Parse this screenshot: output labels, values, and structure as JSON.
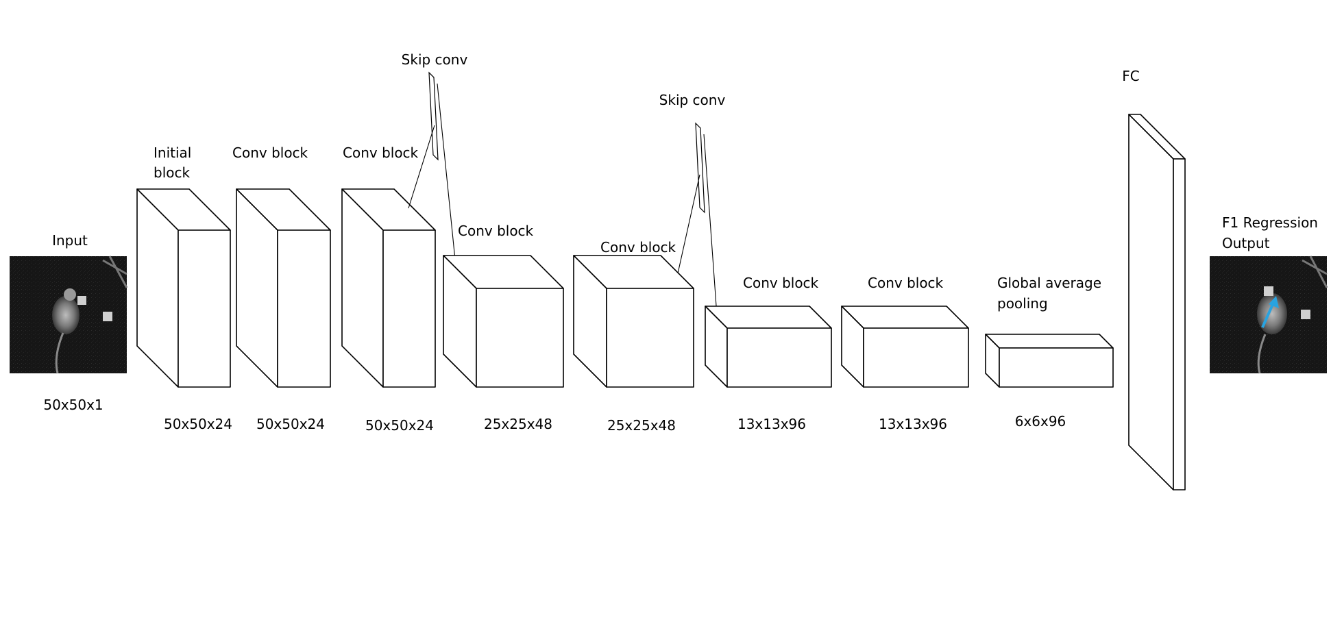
{
  "input": {
    "label": "Input",
    "dims": "50x50x1"
  },
  "output": {
    "label_line1": "F1 Regression",
    "label_line2": "Output"
  },
  "blocks": [
    {
      "label_line1": "Initial",
      "label_line2": "block",
      "dims": "50x50x24"
    },
    {
      "label_line1": "Conv block",
      "dims": "50x50x24"
    },
    {
      "label_line1": "Conv block",
      "dims": "50x50x24"
    },
    {
      "label_line1": "Conv block",
      "dims": "25x25x48"
    },
    {
      "label_line1": "Conv block",
      "dims": "25x25x48"
    },
    {
      "label_line1": "Conv block",
      "dims": "13x13x96"
    },
    {
      "label_line1": "Conv block",
      "dims": "13x13x96"
    },
    {
      "label_line1": "Global average",
      "label_line2": "pooling",
      "dims": "6x6x96"
    }
  ],
  "skips": [
    {
      "label": "Skip conv"
    },
    {
      "label": "Skip conv"
    }
  ],
  "fc": {
    "label": "FC"
  },
  "colors": {
    "stroke": "#000000",
    "arrow": "#29a3e0",
    "image_bg": "#111111"
  }
}
